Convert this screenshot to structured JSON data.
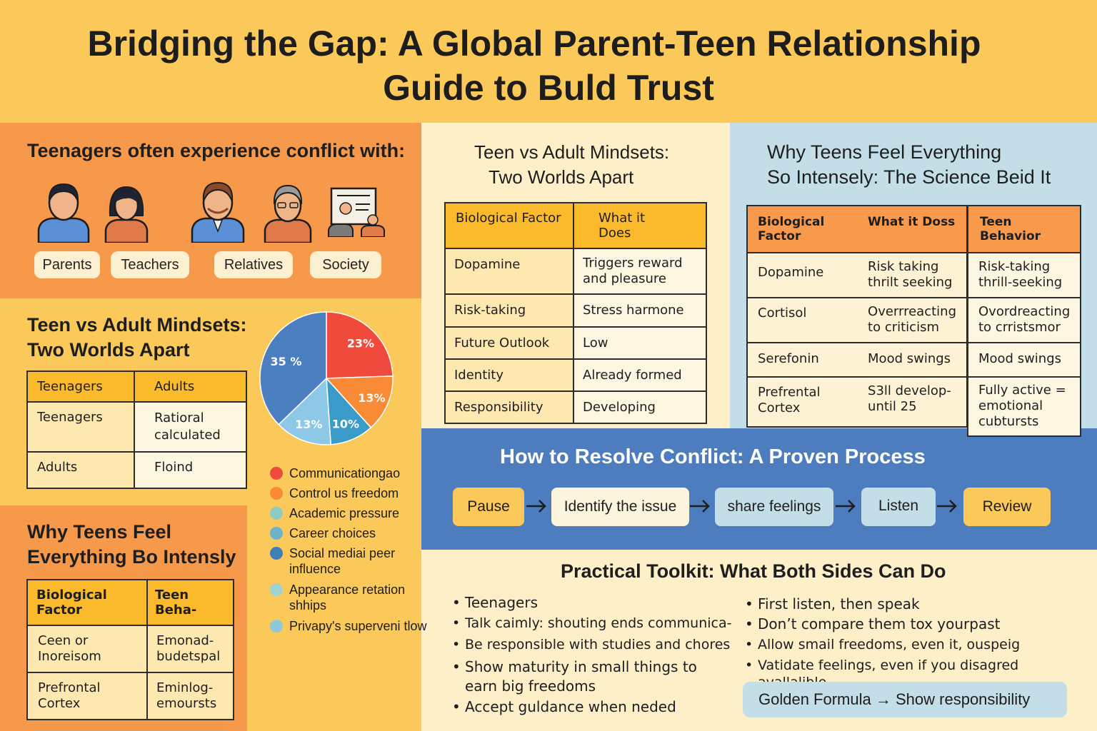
{
  "title": {
    "line1": "Bridging the Gap: A Global Parent-Teen Relationship",
    "line2": "Guide to Buld Trust"
  },
  "conflict": {
    "heading": "Teenagers often experience conflict with:",
    "tags": [
      "Parents",
      "Teachers",
      "Relatives",
      "Society"
    ]
  },
  "mindsets_left": {
    "heading_line1": "Teen vs Adult Mindsets:",
    "heading_line2": "Two Worlds Apart",
    "headers": [
      "Teenagers",
      "Adults"
    ],
    "rows": [
      [
        "Teenagers",
        "Ratioral calculated"
      ],
      [
        "Adults",
        "Floind"
      ]
    ]
  },
  "why_left": {
    "heading_line1": "Why Teens Feel",
    "heading_line2": "Everything Bo Intensly",
    "headers": [
      "Biological Factor",
      "Teen Beha-"
    ],
    "rows": [
      [
        "Ceen or Inoreisom",
        "Emonad- budetspal"
      ],
      [
        "Prefrontal Cortex",
        "Eminlog- emoursts"
      ]
    ]
  },
  "chart_data": {
    "type": "pie",
    "slices": [
      {
        "label": "23%",
        "value": 23,
        "color": "#ef4a3c"
      },
      {
        "label": "13%",
        "value": 13,
        "color": "#f98a36"
      },
      {
        "label": "10%",
        "value": 10,
        "color": "#3b9bc8"
      },
      {
        "label": "13%",
        "value": 13,
        "color": "#8dc9e6"
      },
      {
        "label": "35 %",
        "value": 35,
        "color": "#4b7fc0"
      }
    ],
    "legend": [
      {
        "text": "Communicationgao",
        "color": "#ef4a3c"
      },
      {
        "text": "Control us freedom",
        "color": "#f98a36"
      },
      {
        "text": "Academic pressure",
        "color": "#8fcac4"
      },
      {
        "text": "Career choices",
        "color": "#6cb2c8"
      },
      {
        "text": "Social mediai peer influence",
        "color": "#3f7fb8"
      },
      {
        "text": "Appearance retation shhips",
        "color": "#9fd3d0"
      },
      {
        "text": "Privapy's superveni tlow",
        "color": "#8fc8d8"
      }
    ]
  },
  "mindsets_mid": {
    "heading_line1": "Teen vs Adult Mindsets:",
    "heading_line2": "Two Worlds Apart",
    "headers": [
      "Biological Factor",
      "What it Does"
    ],
    "rows": [
      [
        "Dopamine",
        "Triggers reward and pleasure"
      ],
      [
        "Risk-taking",
        "Stress harmone"
      ],
      [
        "Future Outlook",
        "Low"
      ],
      [
        "Identity",
        "Already formed"
      ],
      [
        "Responsibility",
        "Developing"
      ]
    ]
  },
  "science": {
    "heading_line1": "Why Teens Feel Everything",
    "heading_line2": "So Intensely: The Science Beid It",
    "headers": [
      "Biological Factor",
      "What it Doss",
      "Teen Behavior"
    ],
    "rows": [
      [
        "Dopamine",
        "Risk taking thrilt seeking",
        "Risk-taking thrill-seeking"
      ],
      [
        "Cortisol",
        "Overrreacting to criticism",
        "Ovordreacting to crristsmor"
      ],
      [
        "Serefonin",
        "Mood swings",
        "Mood swings"
      ],
      [
        "Prefrental Cortex",
        "S3ll develop- until 25",
        "Fully active = emotional cubtursts"
      ]
    ]
  },
  "resolve": {
    "heading": "How to Resolve Conflict: A Proven Process",
    "steps": [
      "Pause",
      "Identify the issue",
      "share feelings",
      "Listen",
      "Review"
    ]
  },
  "toolkit": {
    "heading": "Practical Toolkit: What Both Sides Can Do",
    "teen_items": [
      "Teenagers",
      "Talk caimly: shouting ends communica-",
      "Be responsible with studies and chores",
      "Show maturity in small things to earn big freedoms",
      "Accept guldance when neded"
    ],
    "parent_items": [
      "First listen, then speak",
      "Don’t compare them tox yourpast",
      "Allow smail freedoms, even it, ouspeig",
      "Vatidate feelings, even if you disagred avallalible"
    ],
    "golden_label": "Golden Formula",
    "golden_value": "Show responsibility"
  },
  "colors": {
    "gold": "#fbc85a",
    "orange": "#f7994a",
    "cream": "#fdefc8",
    "light_blue": "#c3dee7",
    "blue": "#4d7dbf"
  },
  "icons": {
    "people": [
      "person-parent-icon",
      "person-teacher-icon",
      "person-relative-icon",
      "person-elder-icon",
      "society-board-icon"
    ],
    "arrow": "arrow-right-icon"
  }
}
